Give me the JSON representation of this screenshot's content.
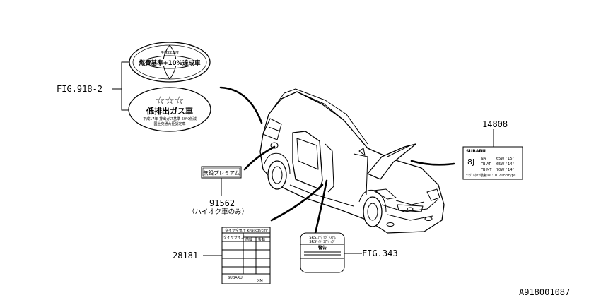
{
  "labels": {
    "fig_918_2": "FIG.918-2",
    "part_14808": "14808",
    "part_91562": "91562",
    "part_91562_note": "（ハイオク車のみ）",
    "part_28181": "28181",
    "fig_343": "FIG.343",
    "diagram_id": "A918001087"
  },
  "label_top_oval": {
    "line1": "平成22年度",
    "line2": "燃費基準+10%達成車"
  },
  "label_bottom_oval": {
    "stars": "☆☆☆",
    "line1": "低排出ガス車",
    "line2": "平成17年 排出ガス基準 50%低減",
    "line3": "国土交通大臣認定車"
  },
  "label_91562": {
    "text": "無鉛プレミアム"
  },
  "label_14808": {
    "brand": "SUBARU",
    "line1": "8J",
    "col_na": "NA",
    "col_val1": "65W / 15\"",
    "col_tb": "TB AT",
    "col_val2": "65W / 14\"",
    "col_mt": "TB MT",
    "col_val3": "70W / 14\"",
    "bottom": "ｼﾝｸﾞﾙﾀｲﾔ装着車 : 1070ccm/ps"
  },
  "label_28181": {
    "header": "タイヤ空気圧 kPa(kgf/cm²)",
    "col1": "タイヤサイズ",
    "col2": "前輪",
    "col3": "後輪",
    "brand": "SUBARU",
    "code": "XM"
  },
  "label_fig343": {
    "line1": "SRSｴｱﾊﾞｯｸﾞｼｽﾃﾑ",
    "line2": "SRSｻｲﾄﾞｴｱﾊﾞｯｸﾞ",
    "warning": "警告"
  }
}
